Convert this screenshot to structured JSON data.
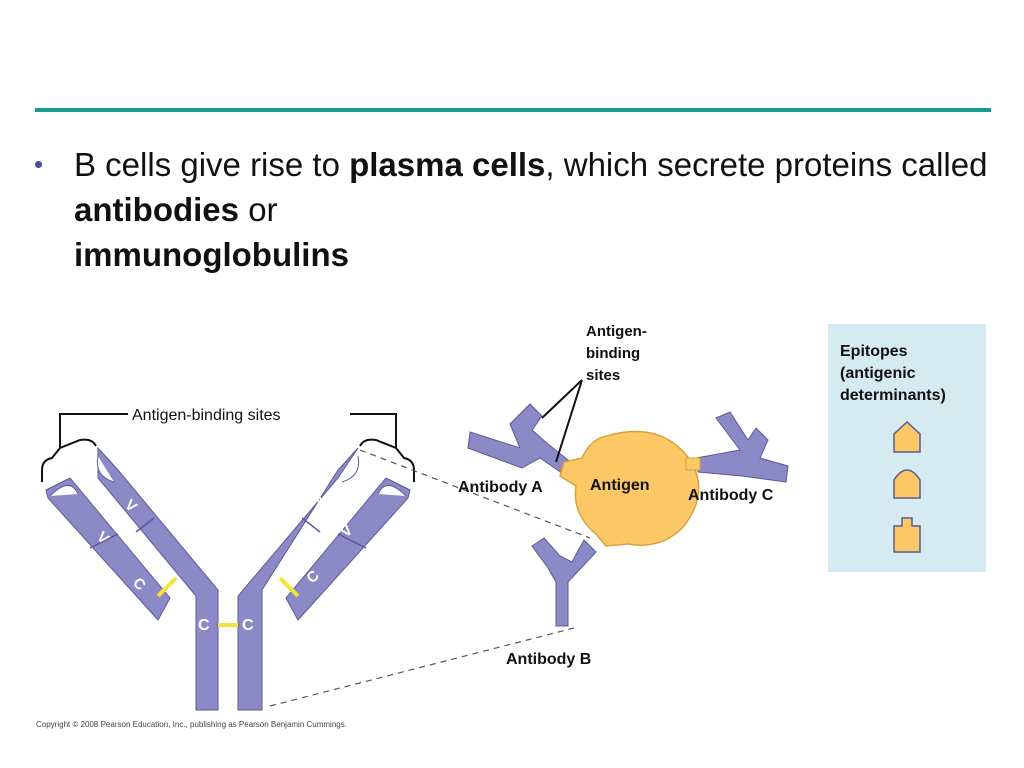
{
  "slide": {
    "bullet": {
      "parts": [
        {
          "text": "B cells give rise to ",
          "bold": false
        },
        {
          "text": "plasma cells",
          "bold": true
        },
        {
          "text": ", which secrete proteins called ",
          "bold": false
        },
        {
          "text": "antibodies",
          "bold": true
        },
        {
          "text": " or ",
          "bold": false
        },
        {
          "text": "immunoglobulins",
          "bold": true
        }
      ]
    },
    "copyright": "Copyright © 2008 Pearson Education, Inc., publishing as Pearson Benjamin Cummings."
  },
  "diagram": {
    "antibody_labels": {
      "binding_sites": "Antigen-binding sites",
      "variable": "V",
      "constant": "C"
    },
    "antigen": {
      "label": "Antigen",
      "binding_callout": [
        "Antigen-",
        "binding",
        "sites"
      ],
      "antibody_a": "Antibody A",
      "antibody_b": "Antibody B",
      "antibody_c": "Antibody C"
    },
    "epitopes": {
      "title": [
        "Epitopes",
        "(antigenic",
        "determinants)"
      ]
    },
    "colors": {
      "chain": "#8c8ac6",
      "chain_stroke": "#5b5a95",
      "antigen": "#fcc865",
      "antigen_stroke": "#d9a23a",
      "disulfide": "#f5e33a",
      "panel_bg": "#d6eaf1"
    }
  }
}
